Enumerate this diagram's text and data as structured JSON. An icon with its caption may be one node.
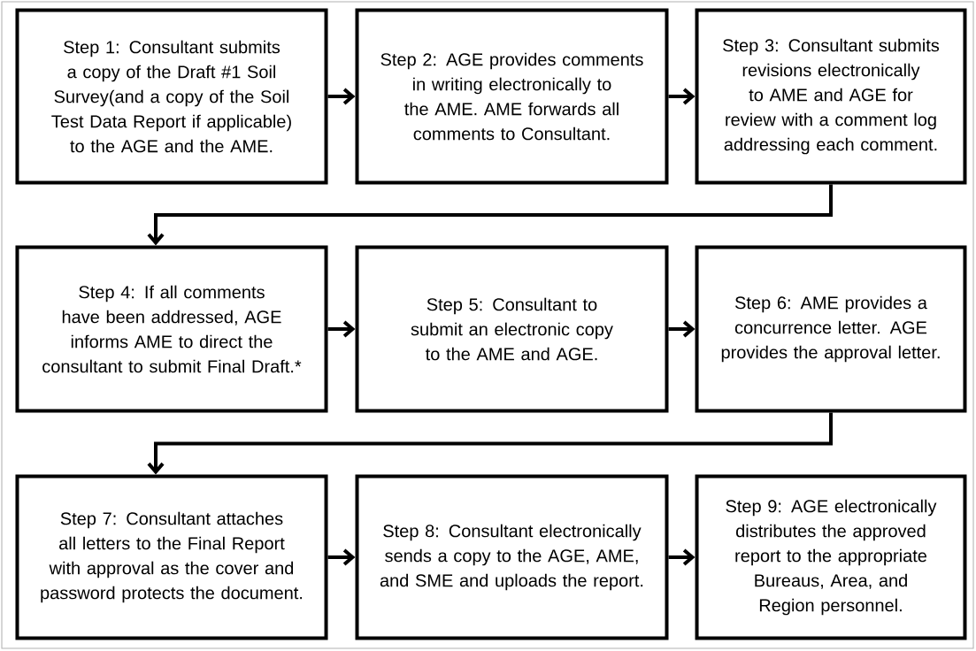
{
  "diagram": {
    "nodes": [
      {
        "text": [
          "Step 1: Consultant submits a copy of the Draft #1 Soil Survey(and a copy of the Soil Test Data Report if applicable) to the AGE and the AME."
        ]
      },
      {
        "text": [
          "Step 2: AGE provides comments in writing electronically to the AME. AME forwards all comments to Consultant."
        ]
      },
      {
        "text": [
          "Step 3: Consultant submits revisions electronically to AME and AGE for review with a comment log addressing each comment."
        ]
      },
      {
        "text": [
          "Step 4: If all comments have been addressed, AGE informs AME to direct the consultant to submit Final Draft.*"
        ]
      },
      {
        "text": [
          "Step 5: Consultant to submit an electronic copy to the AME and AGE."
        ]
      },
      {
        "text": [
          "Step 6: AME provides a concurrence letter. AGE provides the approval letter."
        ]
      },
      {
        "text": [
          "Step 7: Consultant attaches all letters to the Final Report with approval as the cover and password protects the document."
        ]
      },
      {
        "text": [
          "Step 8: Consultant electronically sends a copy to the AGE, AME, and SME and uploads the report."
        ]
      },
      {
        "text": [
          "Step 9: AGE electronically distributes the approved report to the appropriate Bureaus, Area, and Region personnel."
        ]
      }
    ],
    "edges": [
      {
        "from": 0,
        "to": 1,
        "arrow": "to"
      },
      {
        "from": 1,
        "to": 2,
        "arrow": "to"
      },
      {
        "from": 2,
        "to": 3,
        "arrow": "to"
      },
      {
        "from": 3,
        "to": 4,
        "arrow": "to"
      },
      {
        "from": 4,
        "to": 5,
        "arrow": "to"
      },
      {
        "from": 5,
        "to": 6,
        "arrow": "to"
      },
      {
        "from": 6,
        "to": 7,
        "arrow": "to"
      },
      {
        "from": 7,
        "to": 8,
        "arrow": "to"
      }
    ]
  }
}
